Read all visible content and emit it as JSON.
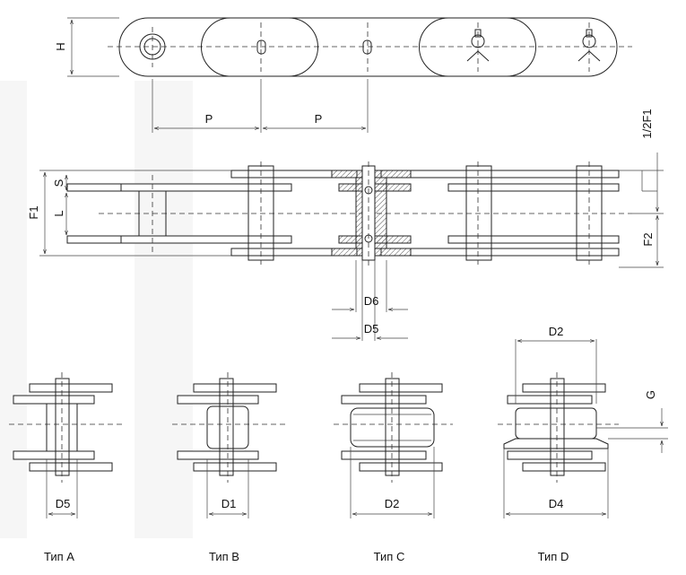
{
  "dimensions": {
    "h": "H",
    "p1": "P",
    "p2": "P",
    "half_f1": "1/2F1",
    "s": "S",
    "f1": "F1",
    "l": "L",
    "f2": "F2",
    "d6": "D6",
    "d5": "D5",
    "g": "G"
  },
  "variants": [
    {
      "dim": "D5",
      "label": "Тип A"
    },
    {
      "dim": "D1",
      "label": "Тип B"
    },
    {
      "dim": "D2",
      "label": "Тип C"
    },
    {
      "dim": "D4",
      "label": "Тип D"
    }
  ],
  "top_dim_d2": "D2",
  "colors": {
    "line": "#222222",
    "hatch": "#555555"
  }
}
